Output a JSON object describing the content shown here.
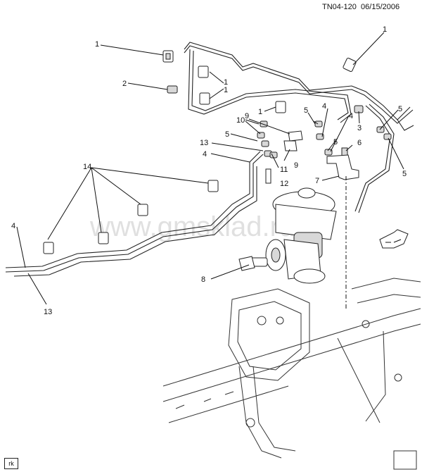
{
  "header": {
    "ref_code": "TN04-120",
    "date": "06/15/2006"
  },
  "footer": {
    "tag": "rk"
  },
  "watermark": "www.gmsklad.ru",
  "callouts": [
    "1",
    "1",
    "1",
    "1",
    "1",
    "2",
    "3",
    "4",
    "4",
    "4",
    "4",
    "5",
    "5",
    "5",
    "5",
    "5",
    "6",
    "7",
    "8",
    "9",
    "9",
    "10",
    "11",
    "12",
    "13",
    "13",
    "14"
  ],
  "colors": {
    "line": "#111111",
    "watermark": "#c8c8c8",
    "background": "#ffffff"
  }
}
